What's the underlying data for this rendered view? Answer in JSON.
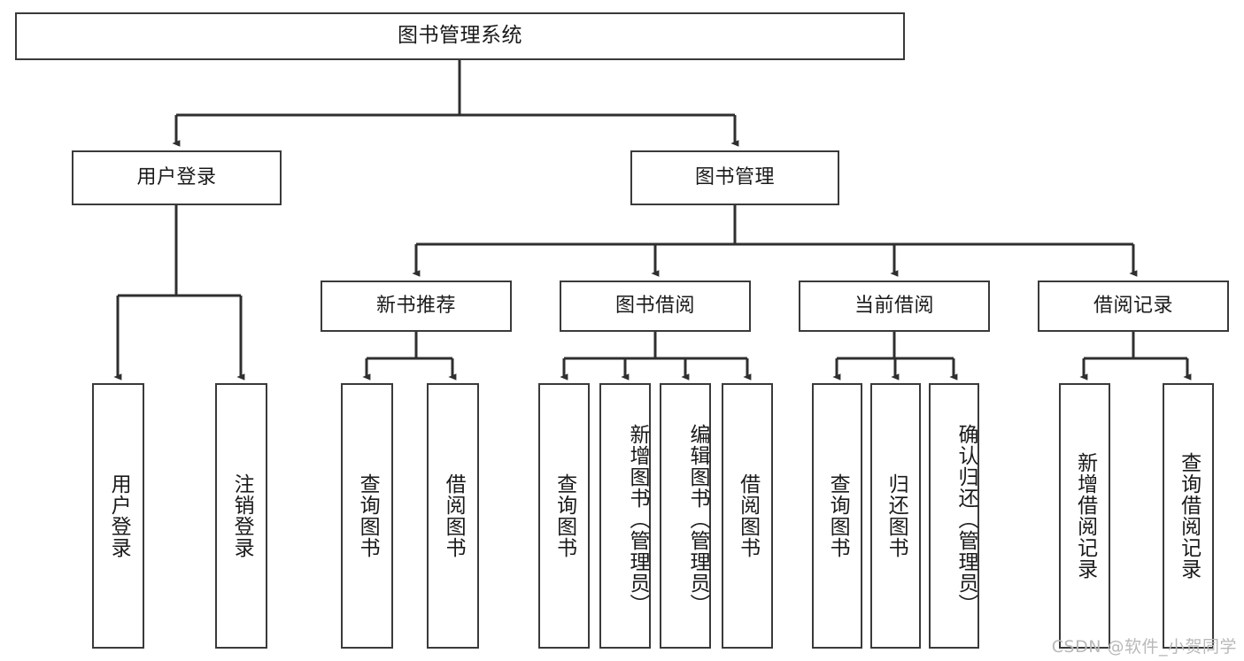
{
  "diagram": {
    "title": "图书管理系统",
    "type": "tree-hierarchy-chart",
    "watermark": "CSDN @软件_小贺同学",
    "colors": {
      "border": "#3a3a3a",
      "background": "#ffffff",
      "text": "#1a1a1a",
      "edge": "#2f2f2f",
      "watermark": "#b9b9b9"
    },
    "root": {
      "label": "图书管理系统"
    },
    "level2": [
      {
        "label": "用户登录"
      },
      {
        "label": "图书管理"
      }
    ],
    "level3": [
      {
        "label": "新书推荐"
      },
      {
        "label": "图书借阅"
      },
      {
        "label": "当前借阅"
      },
      {
        "label": "借阅记录"
      }
    ],
    "leaves": {
      "user_login": [
        {
          "label": "用户登录"
        },
        {
          "label": "注销登录"
        }
      ],
      "new_book_recommend": [
        {
          "label": "查询图书"
        },
        {
          "label": "借阅图书"
        }
      ],
      "book_borrow": [
        {
          "label": "查询图书"
        },
        {
          "label": "新增图书（管理员）"
        },
        {
          "label": "编辑图书（管理员）"
        },
        {
          "label": "借阅图书"
        }
      ],
      "current_borrow": [
        {
          "label": "查询图书"
        },
        {
          "label": "归还图书"
        },
        {
          "label": "确认归还（管理员）"
        }
      ],
      "borrow_record": [
        {
          "label": "新增借阅记录"
        },
        {
          "label": "查询借阅记录"
        }
      ]
    }
  }
}
